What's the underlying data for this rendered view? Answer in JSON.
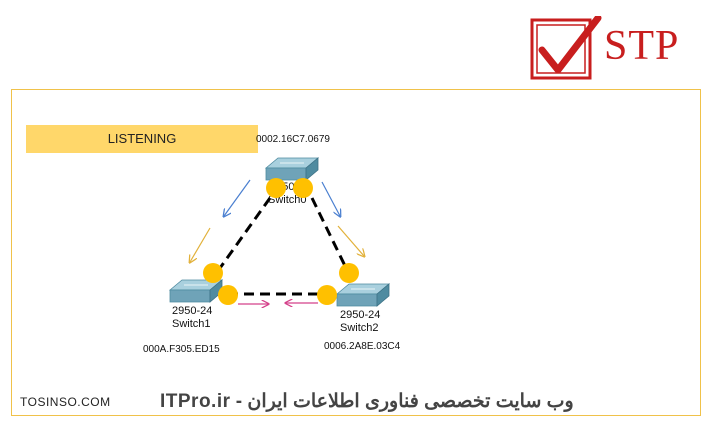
{
  "logo": {
    "text": "STP",
    "icon": "checkbox-check-icon",
    "color": "#c81e1e"
  },
  "state": {
    "label": "LISTENING",
    "color": "#ffd76a"
  },
  "switches": {
    "root": {
      "mac": "0002.16C7.0679",
      "model": "2950-24",
      "name": "Switch0"
    },
    "switch1": {
      "mac": "000A.F305.ED15",
      "model": "2950-24",
      "name": "Switch1"
    },
    "switch2": {
      "mac": "0006.2A8E.03C4",
      "model": "2950-24",
      "name": "Switch2"
    }
  },
  "colors": {
    "port": "#ffc000",
    "link": "#000000",
    "bpdu_root": "#4a7fd0",
    "bpdu_listen": "#e2b13a",
    "bpdu_between": "#d4408a",
    "switch_body": "#6fa3b8"
  },
  "footer": {
    "left": "TOSINSO.COM",
    "right": "وب سایت تخصصی فناوری اطلاعات ایران - ITPro.ir"
  }
}
